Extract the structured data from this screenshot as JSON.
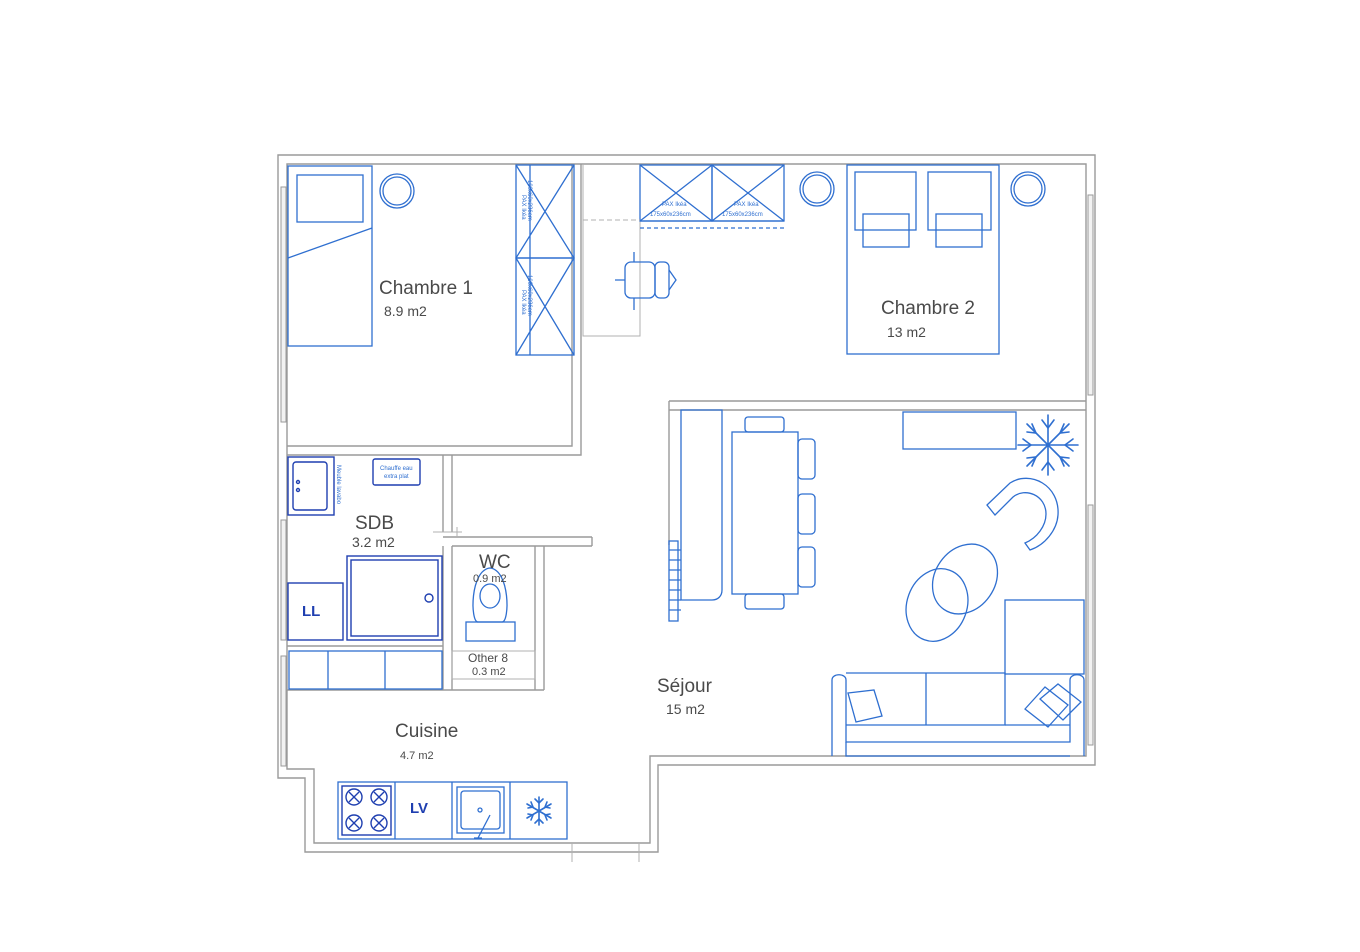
{
  "rooms": {
    "chambre1": {
      "name": "Chambre 1",
      "area": "8.9 m2"
    },
    "chambre2": {
      "name": "Chambre 2",
      "area": "13 m2"
    },
    "sdb": {
      "name": "SDB",
      "area": "3.2 m2"
    },
    "wc": {
      "name": "WC",
      "area": "0.9 m2"
    },
    "other": {
      "name": "Other 8",
      "area": "0.3 m2"
    },
    "sejour": {
      "name": "Séjour",
      "area": "15 m2"
    },
    "cuisine": {
      "name": "Cuisine",
      "area": "4.7 m2"
    }
  },
  "labels": {
    "washing_machine": "LL",
    "dishwasher": "LV",
    "water_heater_line1": "Chauffe eau",
    "water_heater_line2": "extra plat",
    "wardrobe_a": "PAX Ikéa",
    "wardrobe_b": "175x60x236cm",
    "wardrobe_c": "100x60x236cm",
    "vanity": "Meuble lavabo"
  },
  "colors": {
    "furniture": "#2f6fd0",
    "appliance": "#1f3fb0",
    "walls": "#9a9a9a",
    "text": "#4a4a4a"
  }
}
